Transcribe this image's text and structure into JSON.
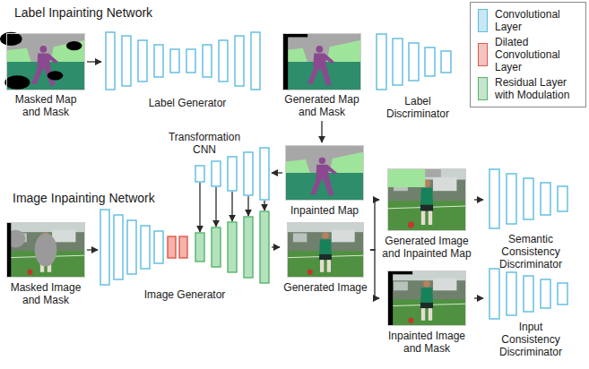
{
  "diagram": {
    "nodes": [
      {
        "text": [
          "Masked Map and Mask"
        ]
      },
      {
        "text": [
          "Label Generator"
        ]
      },
      {
        "text": [
          "Generated Map and Mask"
        ]
      },
      {
        "text": [
          "Label Discriminator"
        ]
      },
      {
        "text": [
          "Transformation CNN"
        ]
      },
      {
        "text": [
          "Inpainted Map"
        ]
      },
      {
        "text": [
          "Masked Image and Mask"
        ]
      },
      {
        "text": [
          "Image Generator"
        ]
      },
      {
        "text": [
          "Generated Image"
        ]
      },
      {
        "text": [
          "Generated Image and Inpainted Map"
        ]
      },
      {
        "text": [
          "Semantic Consistency Discriminator"
        ]
      },
      {
        "text": [
          "Inpainted Image and Mask"
        ]
      },
      {
        "text": [
          "Input Consistency Discriminator"
        ]
      }
    ],
    "edges": [
      {
        "from": 0,
        "to": 1,
        "arrow": "to"
      },
      {
        "from": 2,
        "to": 5,
        "arrow": "to"
      },
      {
        "from": 5,
        "to": 4,
        "arrow": "to"
      },
      {
        "from": 4,
        "to": 7,
        "arrow": "to"
      },
      {
        "from": 6,
        "to": 7,
        "arrow": "to"
      },
      {
        "from": 7,
        "to": 8,
        "arrow": "to"
      },
      {
        "from": 8,
        "to": 9,
        "arrow": "to"
      },
      {
        "from": 8,
        "to": 11,
        "arrow": "to"
      },
      {
        "from": 9,
        "to": 10,
        "arrow": "to"
      },
      {
        "from": 11,
        "to": 12,
        "arrow": "to"
      }
    ],
    "labels": [
      "Label Inpainting Network",
      "Image Inpainting Network"
    ],
    "legend": [
      {
        "text": "Convolutional Layer",
        "color": "#5bbbe0"
      },
      {
        "text": "Dilated Convolutional Layer",
        "color": "#e0564b"
      },
      {
        "text": "Residual Layer with Modulation",
        "color": "#55b46b"
      }
    ]
  }
}
